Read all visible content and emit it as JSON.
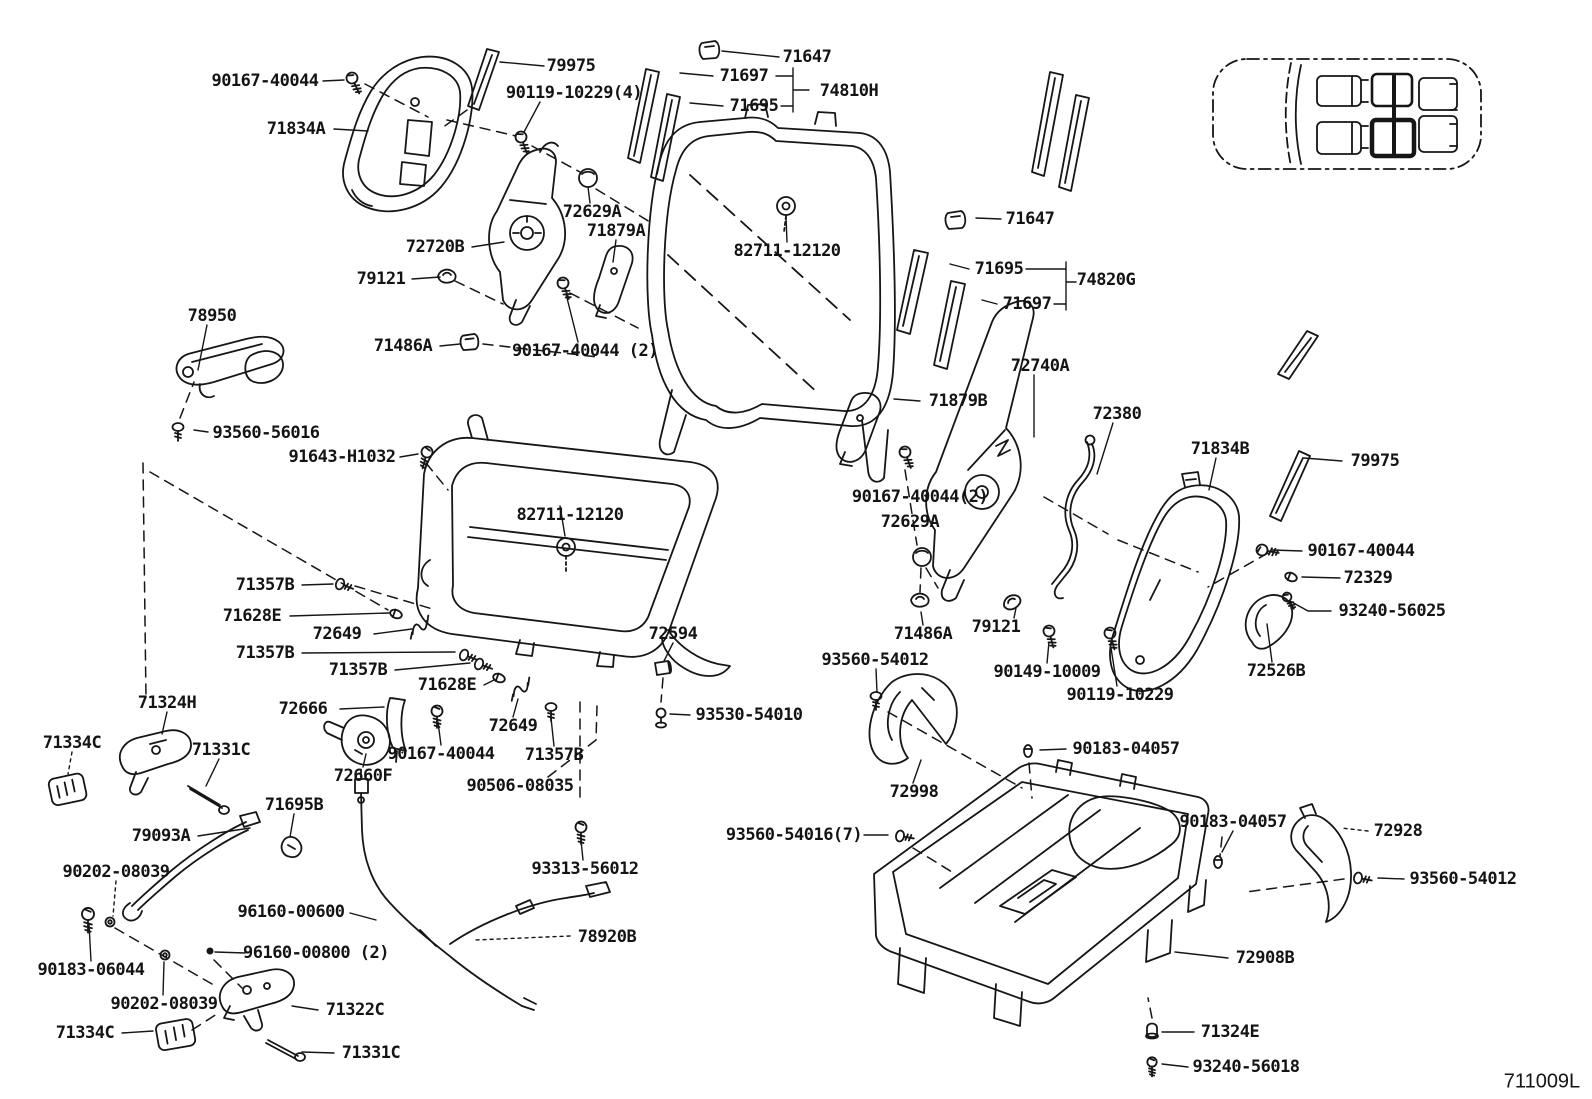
{
  "colors": {
    "line": "#161616",
    "background": "#ffffff"
  },
  "footer": {
    "code": "711009L"
  },
  "labels": [
    {
      "part": "90167-40044",
      "text": "90167-40044"
    },
    {
      "part": "71834A",
      "text": "71834A"
    },
    {
      "part": "79975",
      "text": "79975"
    },
    {
      "part": "90119-10229",
      "text": "90119-10229(4)"
    },
    {
      "part": "71647",
      "text": "71647"
    },
    {
      "part": "71697",
      "text": "71697"
    },
    {
      "part": "74810H",
      "text": "74810H"
    },
    {
      "part": "71695",
      "text": "71695"
    },
    {
      "part": "72629A",
      "text": "72629A"
    },
    {
      "part": "71879A",
      "text": "71879A"
    },
    {
      "part": "72720B",
      "text": "72720B"
    },
    {
      "part": "79121",
      "text": "79121"
    },
    {
      "part": "78950",
      "text": "78950"
    },
    {
      "part": "71486A",
      "text": "71486A"
    },
    {
      "part": "90167-40044",
      "text": "90167-40044 (2)"
    },
    {
      "part": "82711-12120",
      "text": "82711-12120"
    },
    {
      "part": "71647",
      "text": "71647"
    },
    {
      "part": "71695",
      "text": "71695"
    },
    {
      "part": "74820G",
      "text": "74820G"
    },
    {
      "part": "71697",
      "text": "71697"
    },
    {
      "part": "93560-56016",
      "text": "93560-56016"
    },
    {
      "part": "91643-H1032",
      "text": "91643-H1032"
    },
    {
      "part": "82711-12120",
      "text": "82711-12120"
    },
    {
      "part": "71879B",
      "text": "71879B"
    },
    {
      "part": "72740A",
      "text": "72740A"
    },
    {
      "part": "72380",
      "text": "72380"
    },
    {
      "part": "71834B",
      "text": "71834B"
    },
    {
      "part": "79975",
      "text": "79975"
    },
    {
      "part": "90167-40044",
      "text": "90167-40044(2)"
    },
    {
      "part": "72629A",
      "text": "72629A"
    },
    {
      "part": "71357B",
      "text": "71357B"
    },
    {
      "part": "71628E",
      "text": "71628E"
    },
    {
      "part": "72649",
      "text": "72649"
    },
    {
      "part": "71357B",
      "text": "71357B"
    },
    {
      "part": "71357B",
      "text": "71357B"
    },
    {
      "part": "71628E",
      "text": "71628E"
    },
    {
      "part": "72594",
      "text": "72594"
    },
    {
      "part": "71486A",
      "text": "71486A"
    },
    {
      "part": "79121",
      "text": "79121"
    },
    {
      "part": "93560-54012",
      "text": "93560-54012"
    },
    {
      "part": "90149-10009",
      "text": "90149-10009"
    },
    {
      "part": "90119-10229",
      "text": "90119-10229"
    },
    {
      "part": "90167-40044",
      "text": "90167-40044"
    },
    {
      "part": "72329",
      "text": "72329"
    },
    {
      "part": "93240-56025",
      "text": "93240-56025"
    },
    {
      "part": "72526B",
      "text": "72526B"
    },
    {
      "part": "72666",
      "text": "72666"
    },
    {
      "part": "90167-40044",
      "text": "90167-40044"
    },
    {
      "part": "72660F",
      "text": "72660F"
    },
    {
      "part": "72649",
      "text": "72649"
    },
    {
      "part": "71357B",
      "text": "71357B"
    },
    {
      "part": "93530-54010",
      "text": "93530-54010"
    },
    {
      "part": "90506-08035",
      "text": "90506-08035"
    },
    {
      "part": "71324H",
      "text": "71324H"
    },
    {
      "part": "71334C",
      "text": "71334C"
    },
    {
      "part": "71331C",
      "text": "71331C"
    },
    {
      "part": "71695B",
      "text": "71695B"
    },
    {
      "part": "79093A",
      "text": "79093A"
    },
    {
      "part": "90202-08039",
      "text": "90202-08039"
    },
    {
      "part": "96160-00600",
      "text": "96160-00600"
    },
    {
      "part": "90183-06044",
      "text": "90183-06044"
    },
    {
      "part": "96160-00800",
      "text": "96160-00800 (2)"
    },
    {
      "part": "90202-08039",
      "text": "90202-08039"
    },
    {
      "part": "71322C",
      "text": "71322C"
    },
    {
      "part": "71334C",
      "text": "71334C"
    },
    {
      "part": "71331C",
      "text": "71331C"
    },
    {
      "part": "93313-56012",
      "text": "93313-56012"
    },
    {
      "part": "78920B",
      "text": "78920B"
    },
    {
      "part": "93560-54016",
      "text": "93560-54016(7)"
    },
    {
      "part": "72998",
      "text": "72998"
    },
    {
      "part": "90183-04057",
      "text": "90183-04057"
    },
    {
      "part": "90183-04057",
      "text": "90183-04057"
    },
    {
      "part": "72928",
      "text": "72928"
    },
    {
      "part": "93560-54012",
      "text": "93560-54012"
    },
    {
      "part": "72908B",
      "text": "72908B"
    },
    {
      "part": "71324E",
      "text": "71324E"
    },
    {
      "part": "93240-56018",
      "text": "93240-56018"
    }
  ]
}
